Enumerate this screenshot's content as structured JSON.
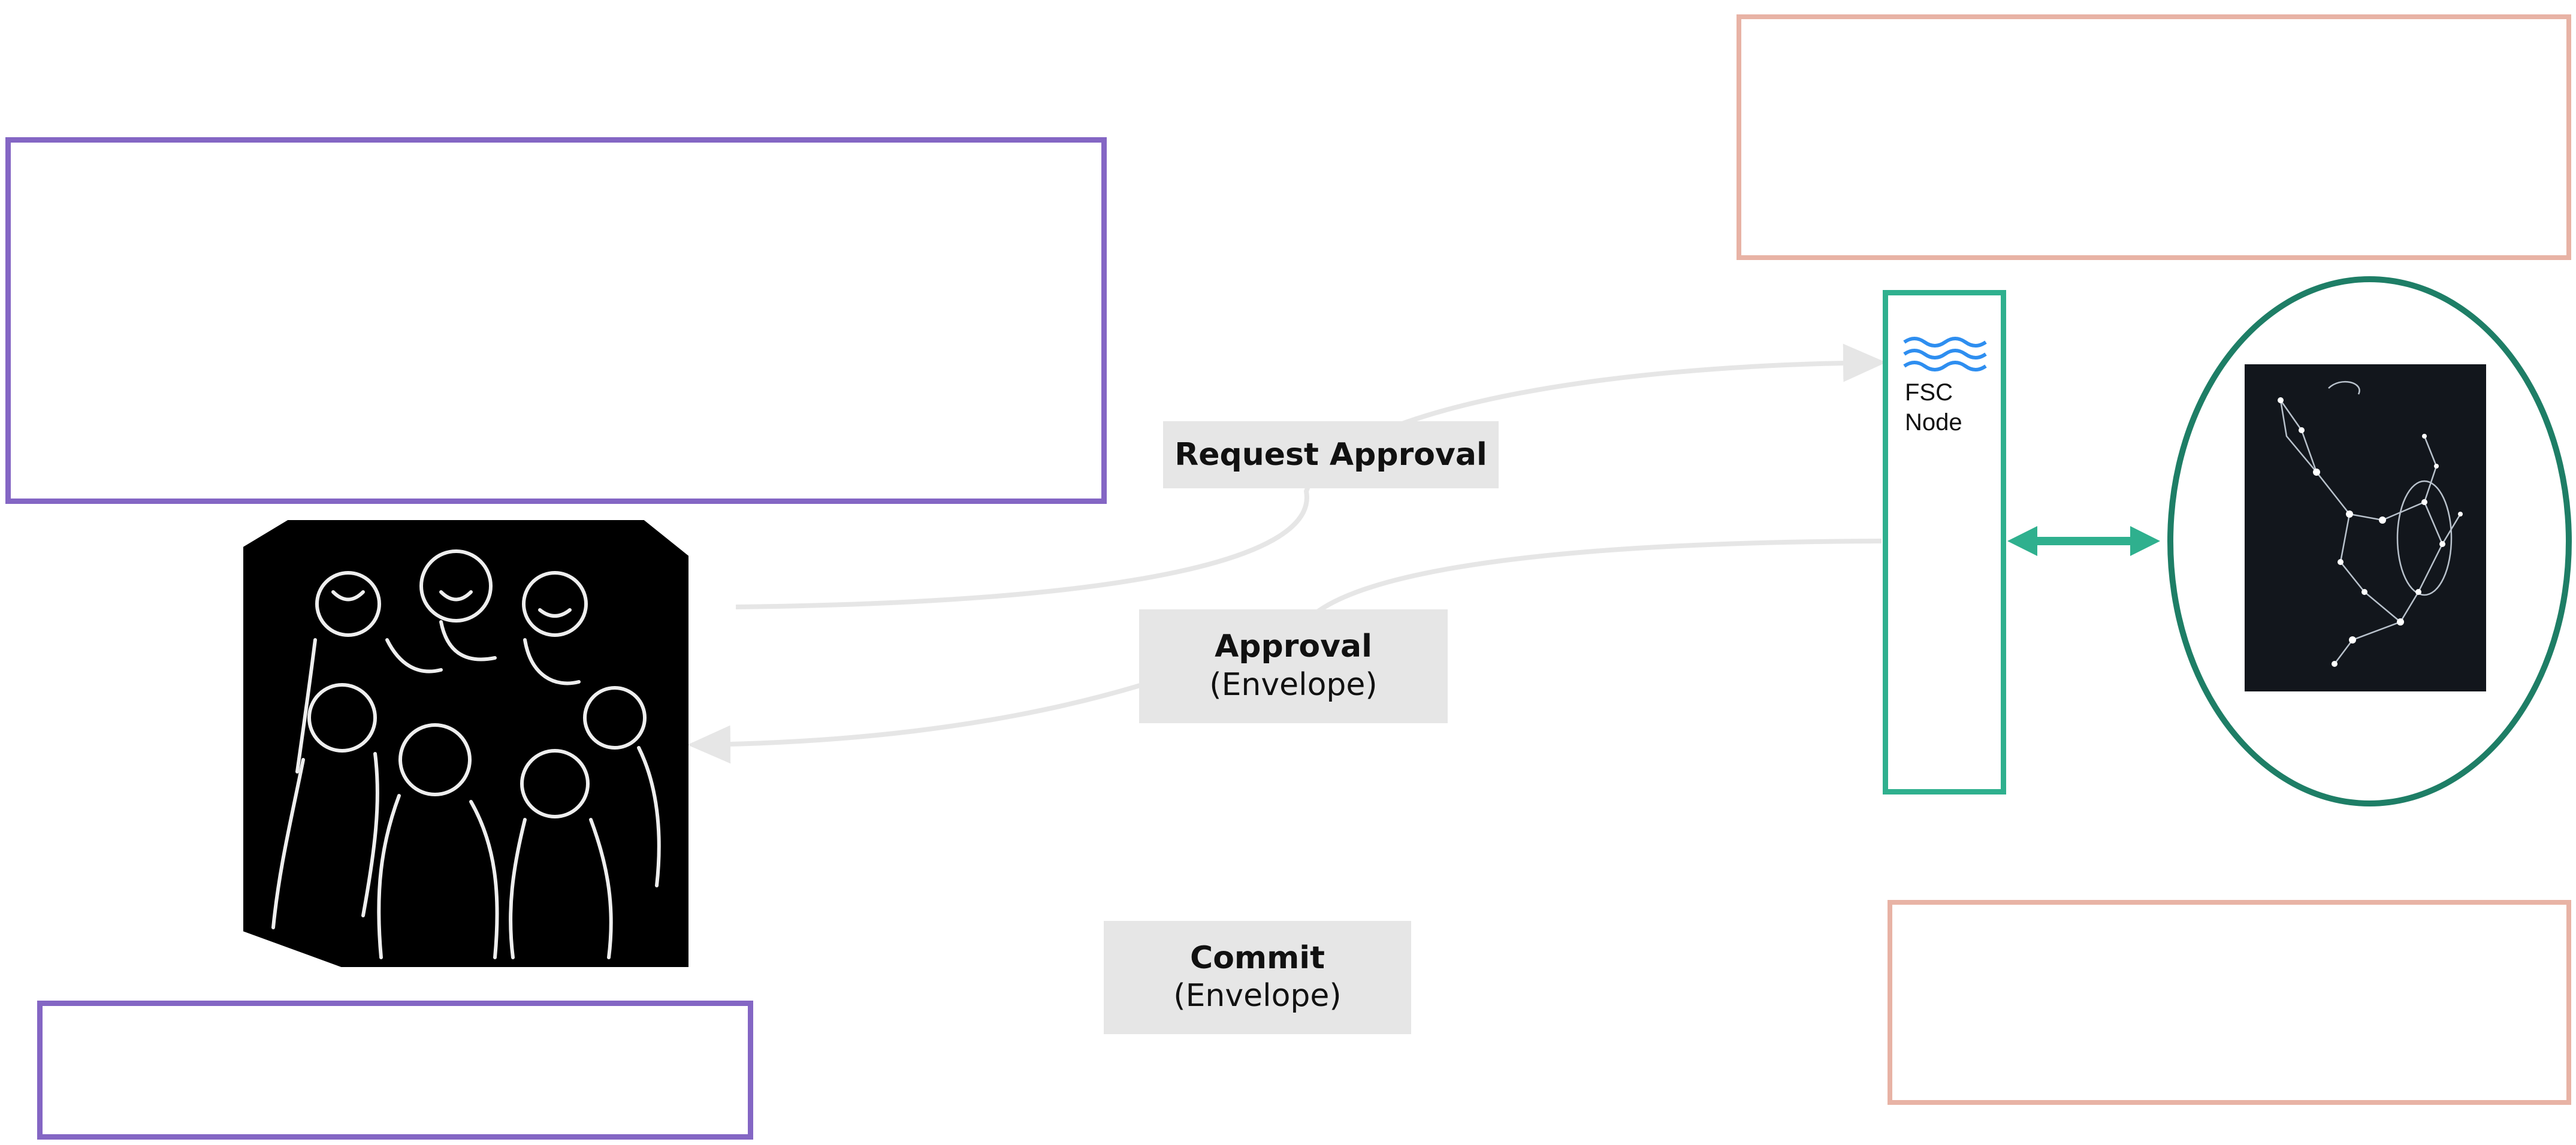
{
  "labels": {
    "request_approval": "Request Approval",
    "approval_title": "Approval",
    "approval_sub": "(Envelope)",
    "commit_title": "Commit",
    "commit_sub": "(Envelope)"
  },
  "fsc_node": {
    "line1": "FSC",
    "line2": "Node"
  },
  "images": {
    "people": "group-of-people-illustration",
    "constellation": "orion-constellation-illustration"
  },
  "colors": {
    "purple": "#8466c4",
    "salmon": "#e8b3a5",
    "teal": "#2fb08e",
    "dark_green": "#1e7e66",
    "arrow_gray": "#e6e6e6",
    "label_bg": "#e6e6e6",
    "wave_blue": "#2e8ef0"
  }
}
